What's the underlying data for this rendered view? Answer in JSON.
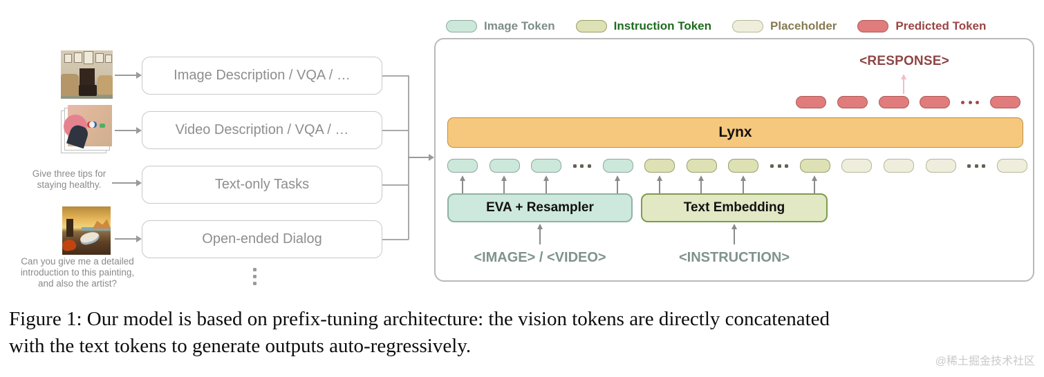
{
  "colors": {
    "image-token-fill": "#cbe8db",
    "image-token-border": "#8ba89d",
    "instruction-token-fill": "#dde1b3",
    "instruction-token-border": "#999f6b",
    "placeholder-fill": "#efeedd",
    "placeholder-border": "#b6b697",
    "predicted-fill": "#e17c7c",
    "predicted-border": "#ae5757",
    "lynx-fill": "#f6c87d",
    "lynx-border": "#bb8d4d",
    "legend-image-text": "#7e8c88",
    "legend-instruction-text": "#1e6b1e",
    "legend-placeholder-text": "#867a50",
    "legend-predicted-text": "#9b4444",
    "response-text": "#8e4545",
    "response-arrow": "#f3bdc6",
    "eva-fill": "#cde8dc",
    "eva-border": "#8fb2a5",
    "embed-fill": "#e2e7c4",
    "embed-border": "#7e9b4e",
    "io-label-text": "#7e938c",
    "token-dots": "#5f6352",
    "predicted-dots": "#9c4b4b",
    "watermark-color": "#c9c9c9"
  },
  "legend": {
    "items": [
      {
        "label": "Image Token"
      },
      {
        "label": "Instruction Token"
      },
      {
        "label": "Placeholder"
      },
      {
        "label": "Predicted Token"
      }
    ]
  },
  "prompts": {
    "text_only": "Give three tips for\nstaying healthy.",
    "dialog": "Can you give me a detailed\nintroduction to this painting,\nand also the artist?"
  },
  "tasks": [
    {
      "label": "Image Description / VQA / …"
    },
    {
      "label": "Video Description / VQA / …"
    },
    {
      "label": "Text-only Tasks"
    },
    {
      "label": "Open-ended Dialog"
    }
  ],
  "panel": {
    "response_label": "<RESPONSE>",
    "lynx_label": "Lynx",
    "vision_encoder_label": "EVA + Resampler",
    "text_embedding_label": "Text Embedding",
    "image_video_label": "<IMAGE> / <VIDEO>",
    "instruction_label": "<INSTRUCTION>",
    "predicted_row": [
      "token",
      "token",
      "token",
      "token",
      "dots",
      "token"
    ],
    "token_row": [
      "image",
      "image",
      "image",
      "dots",
      "image",
      "instruction",
      "instruction",
      "instruction",
      "dots",
      "instruction",
      "placeholder",
      "placeholder",
      "placeholder",
      "dots",
      "placeholder"
    ]
  },
  "caption": {
    "lines": [
      "Figure 1: Our model is based on prefix-tuning architecture: the vision tokens are directly concatenated",
      "with the text tokens to generate outputs auto-regressively."
    ]
  },
  "watermark": "@稀土掘金技术社区"
}
